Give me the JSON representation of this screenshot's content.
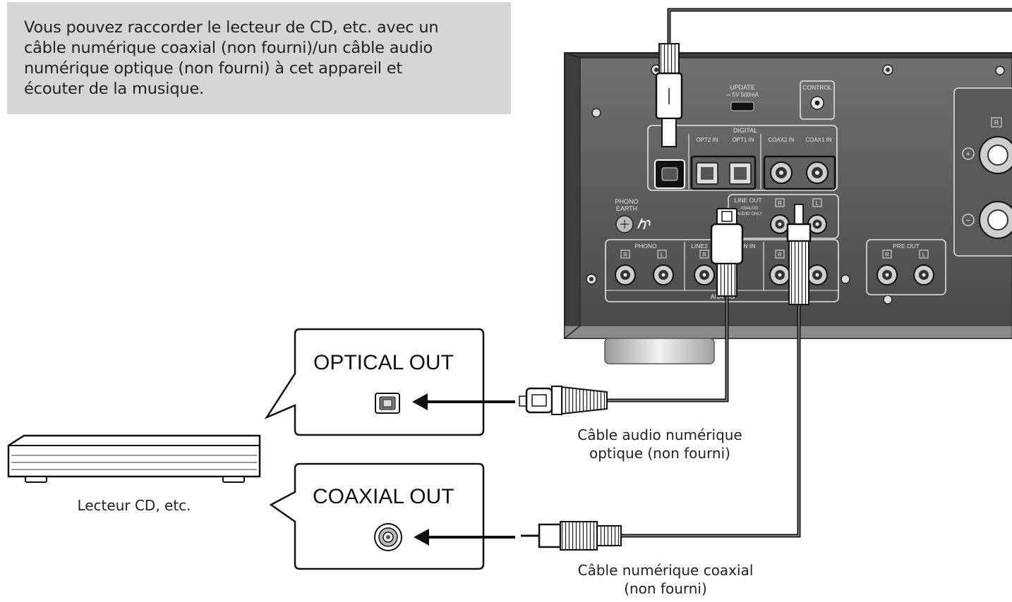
{
  "intro": {
    "line1": "Vous pouvez raccorder le lecteur de CD, etc. avec un",
    "line2": "câble numérique coaxial (non fourni)/un câble audio",
    "line3": "numérique optique (non fourni) à cet appareil et",
    "line4": "écouter de la musique."
  },
  "device": {
    "label": "Lecteur CD, etc."
  },
  "callouts": {
    "optical_out": "OPTICAL OUT",
    "coaxial_out": "COAXIAL OUT"
  },
  "cables": {
    "optical_line1": "Câble audio numérique",
    "optical_line2": "optique (non fourni)",
    "coaxial_line1": "Câble numérique coaxial",
    "coaxial_line2": "(non fourni)"
  },
  "panel": {
    "update": "UPDATE",
    "update_spec": "⎓ 5V 500mA",
    "control": "CONTROL",
    "digital": "DIGITAL",
    "opt2_in": "OPT2 IN",
    "opt1_in": "OPT1 IN",
    "coax2_in": "COAX2 IN",
    "coax1_in": "COAX1 IN",
    "phono_earth_1": "PHONO",
    "phono_earth_2": "EARTH",
    "line_out": "LINE OUT",
    "analog_only_1": "ANALOG",
    "analog_only_2": "AUDIO ONLY",
    "phono": "PHONO",
    "line2_in": "LINE2",
    "line1_in": "N IN",
    "analog": "ANA  OG",
    "pre_out": "PRE OUT",
    "r": "R",
    "l": "L",
    "plus": "+",
    "minus": "−"
  }
}
